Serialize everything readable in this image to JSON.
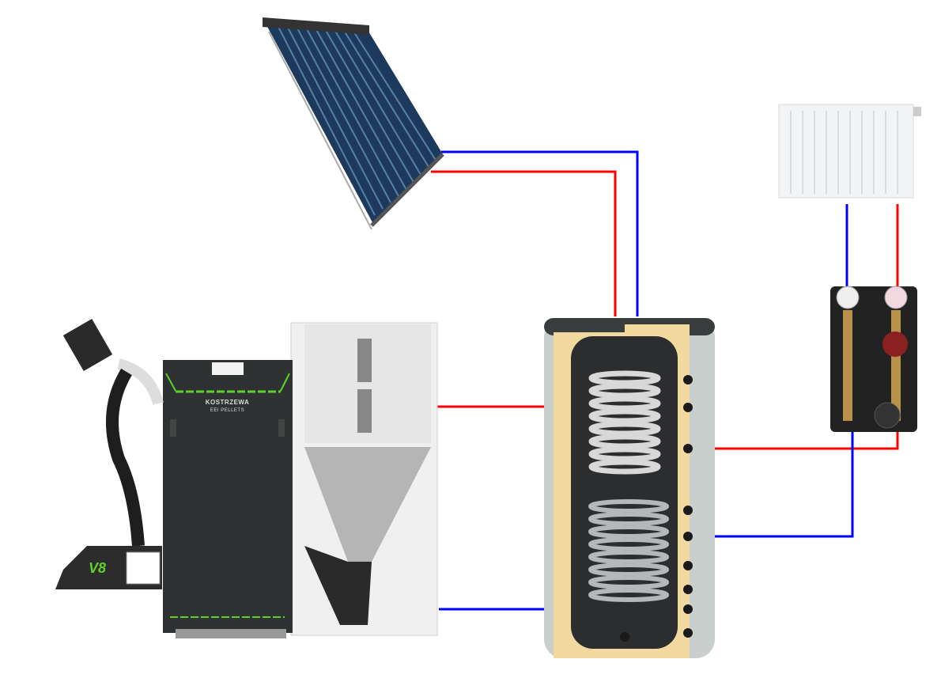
{
  "boiler": {
    "brand": "KOSTRZEWA",
    "model": "EEI PELLETS"
  },
  "burner": {
    "logo": "V8"
  },
  "colors": {
    "supply": "#ff0000",
    "return": "#0000ff",
    "boiler_body": "#2f3233",
    "accent": "#5fd12a",
    "insulation": "#f2d9a0",
    "tank_shell": "#c9cfcd"
  }
}
